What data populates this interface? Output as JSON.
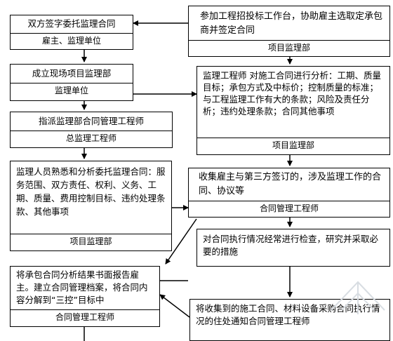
{
  "left": [
    {
      "text": "双方签字委托监理合同",
      "role": "雇主、监理单位"
    },
    {
      "text": "成立现场项目监理部",
      "role": "监理单位"
    },
    {
      "text": "指派监理部合同管理工程师",
      "role": "总监理工程师"
    },
    {
      "text": "监理人员熟悉和分析委托监理合同：服务范围、双方责任、权利、义务、工期、质量、费用控制目标、违约处理条款、其他事项",
      "role": "项目监理部"
    },
    {
      "text": "将承包合同分析结果书面报告雇主。建立合同管理档案，将合同内容分解到“三控”目标中",
      "role": "合同管理工程师"
    }
  ],
  "right": [
    {
      "text": "参加工程招投标工作台，协助雇主选取定承包商并签定合同",
      "role": "项目监理部"
    },
    {
      "text": "监理工程师  对施工合同进行分析：工期、质量目标；承包方式及中标价；控制质量的标准；与工程监理工作有大的条款；风险及责任分析；违约处理条款；合同其他事项",
      "role": "项目监理部"
    },
    {
      "text": "收集雇主与第三方签订的，涉及监理工作的合同、协议等",
      "role": "合同管理工程师"
    },
    {
      "text": "对合同执行情况经常进行检查，研究并采取必要的措施",
      "role": ""
    },
    {
      "text": "将收集到的施工合同、材料设备采购合同执行情况的住处通知合同管理工程师",
      "role": ""
    }
  ]
}
